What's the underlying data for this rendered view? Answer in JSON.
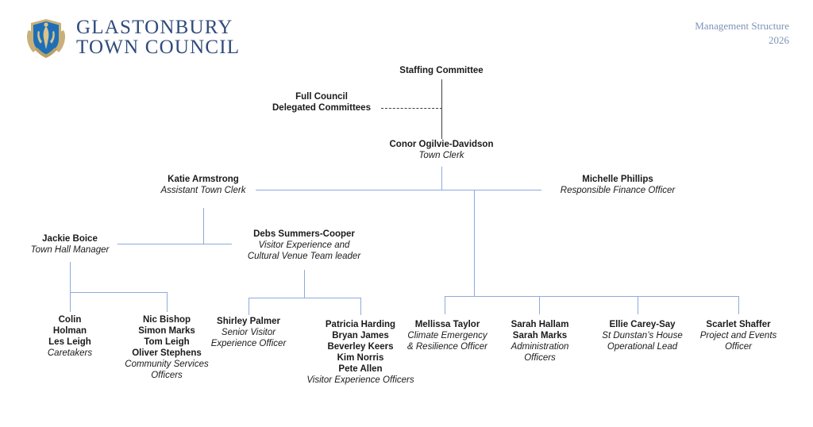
{
  "header": {
    "logo_line1": "GLASTONBURY",
    "logo_line2": "TOWN COUNCIL",
    "crest_icon": "heraldic-shield-crest-icon",
    "doc_title": "Management Structure",
    "doc_year": "2026",
    "brand_color": "#2f4b7c",
    "title_color": "#7f92b8"
  },
  "chart_data": {
    "type": "diagram",
    "diagram_kind": "organisation-chart",
    "title": "Management Structure 2026",
    "line_color": "#8faadc",
    "dashed_line_color": "#3f3f3f",
    "nodes": [
      {
        "id": "staffing-committee",
        "name": "Staffing Committee",
        "role": ""
      },
      {
        "id": "full-council",
        "name": "Full Council\nDelegated Committees",
        "role": ""
      },
      {
        "id": "town-clerk",
        "name": "Conor Ogilvie-Davidson",
        "role": "Town Clerk"
      },
      {
        "id": "assistant-town-clerk",
        "name": "Katie Armstrong",
        "role": "Assistant Town Clerk"
      },
      {
        "id": "responsible-finance-officer",
        "name": "Michelle Phillips",
        "role": "Responsible Finance Officer"
      },
      {
        "id": "town-hall-manager",
        "name": "Jackie Boice",
        "role": "Town Hall Manager"
      },
      {
        "id": "visitor-experience-team-leader",
        "name": "Debs Summers-Cooper",
        "role": "Visitor Experience and\nCultural Venue Team leader"
      },
      {
        "id": "caretakers",
        "name": "Colin\nHolman\nLes Leigh",
        "role": "Caretakers"
      },
      {
        "id": "community-services-officers",
        "name": "Nic Bishop\nSimon Marks\nTom Leigh\nOliver Stephens",
        "role": "Community Services\nOfficers"
      },
      {
        "id": "senior-visitor-experience-officer",
        "name": "Shirley Palmer",
        "role": "Senior Visitor\nExperience Officer"
      },
      {
        "id": "visitor-experience-officers",
        "name": "Patricia Harding\nBryan James\nBeverley Keers\nKim Norris\nPete Allen",
        "role": "Visitor Experience Officers"
      },
      {
        "id": "climate-emergency-officer",
        "name": "Mellissa Taylor",
        "role": "Climate Emergency\n& Resilience Officer"
      },
      {
        "id": "administration-officers",
        "name": "Sarah Hallam\nSarah Marks",
        "role": "Administration\nOfficers"
      },
      {
        "id": "st-dunstans-house-lead",
        "name": "Ellie Carey-Say",
        "role": "St Dunstan’s House\nOperational Lead"
      },
      {
        "id": "project-events-officer",
        "name": "Scarlet Shaffer",
        "role": "Project and Events\nOfficer"
      }
    ],
    "edges": [
      {
        "from": "full-council",
        "to": "town-clerk",
        "style": "dashed"
      },
      {
        "from": "staffing-committee",
        "to": "town-clerk",
        "style": "solid"
      },
      {
        "from": "town-clerk",
        "to": "assistant-town-clerk",
        "style": "solid"
      },
      {
        "from": "town-clerk",
        "to": "responsible-finance-officer",
        "style": "solid"
      },
      {
        "from": "assistant-town-clerk",
        "to": "town-hall-manager",
        "style": "solid"
      },
      {
        "from": "assistant-town-clerk",
        "to": "visitor-experience-team-leader",
        "style": "solid"
      },
      {
        "from": "town-hall-manager",
        "to": "caretakers",
        "style": "solid"
      },
      {
        "from": "town-hall-manager",
        "to": "community-services-officers",
        "style": "solid"
      },
      {
        "from": "visitor-experience-team-leader",
        "to": "senior-visitor-experience-officer",
        "style": "solid"
      },
      {
        "from": "visitor-experience-team-leader",
        "to": "visitor-experience-officers",
        "style": "solid"
      },
      {
        "from": "town-clerk",
        "to": "climate-emergency-officer",
        "style": "solid"
      },
      {
        "from": "town-clerk",
        "to": "administration-officers",
        "style": "solid"
      },
      {
        "from": "town-clerk",
        "to": "st-dunstans-house-lead",
        "style": "solid"
      },
      {
        "from": "town-clerk",
        "to": "project-events-officer",
        "style": "solid"
      }
    ]
  }
}
